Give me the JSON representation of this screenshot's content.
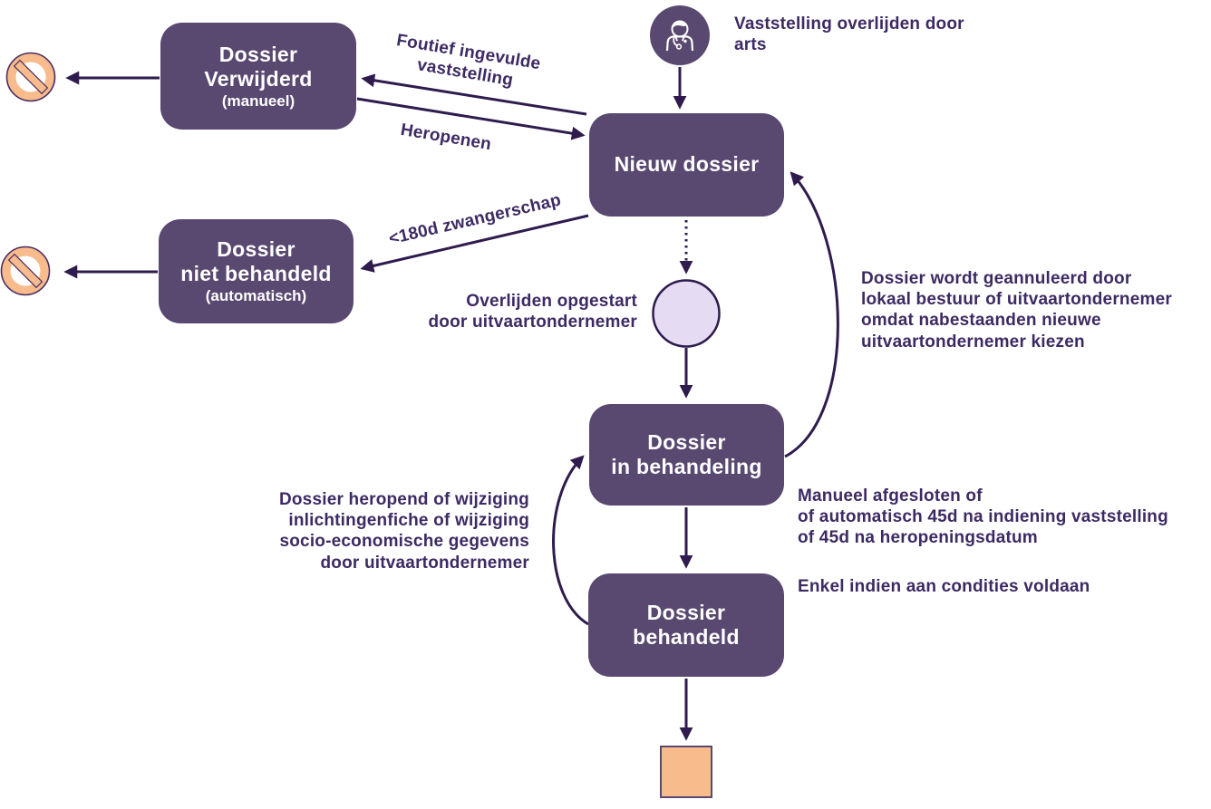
{
  "diagram_title": "Dossier status flow - overlijden",
  "colors": {
    "node_purple": "#594870",
    "ink_dark_purple": "#2f1b4d",
    "text_purple": "#3d2a63",
    "orange": "#f7bb8c",
    "start_circle_fill": "#e5dcf4",
    "white": "#ffffff"
  },
  "nodes": {
    "nieuw_dossier": {
      "label": "Nieuw dossier"
    },
    "dossier_verwijderd": {
      "label": "Dossier\nVerwijderd",
      "sub": "(manueel)"
    },
    "dossier_niet_behandeld": {
      "label": "Dossier\nniet behandeld",
      "sub": "(automatisch)"
    },
    "dossier_in_behandeling": {
      "label": "Dossier\nin behandeling"
    },
    "dossier_behandeld": {
      "label": "Dossier\nbehandeld"
    }
  },
  "icons": {
    "doctor": "doctor-avatar-icon",
    "prohibited_top": "prohibited-sign-icon",
    "prohibited_bottom": "prohibited-sign-icon",
    "start_state": "start-state-circle",
    "end_state": "end-state-square"
  },
  "annotations": {
    "vaststelling_arts": "Vaststelling overlijden door\narts",
    "overlijden_opgestart": "Overlijden opgestart\ndoor uitvaartondernemer",
    "geannuleerd": "Dossier wordt geannuleerd door\nlokaal bestuur of uitvaartondernemer\nomdat nabestaanden nieuwe\nuitvaartondernemer kiezen",
    "heropend_wijziging": "Dossier heropend of wijziging\ninlichtingenfiche of wijziging\nsocio-economische gegevens\ndoor uitvaartondernemer",
    "afgesloten": "Manueel afgesloten of\nof automatisch 45d na indiening vaststelling\nof 45d na heropeningsdatum",
    "condities": "Enkel indien aan condities voldaan"
  },
  "edge_labels": {
    "foutief": "Foutief ingevulde\nvaststelling",
    "heropenen": "Heropenen",
    "zwangerschap": "<180d zwangerschap"
  }
}
